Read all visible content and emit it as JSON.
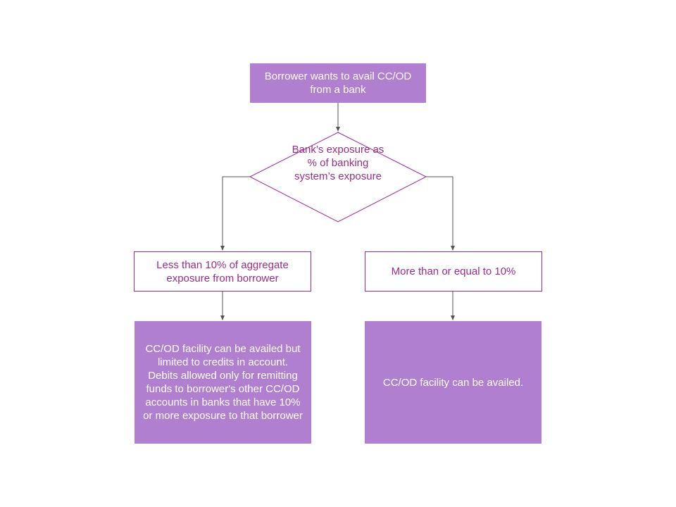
{
  "nodes": {
    "start": "Borrower wants to avail CC/OD from a bank",
    "decision": "Bank’s exposure as % of banking system’s exposure",
    "branch_left": "Less than 10% of aggregate exposure from borrower",
    "branch_right": "More than or equal to 10%",
    "result_left": "CC/OD facility can be availed but limited to credits in account. Debits allowed only for remitting funds to borrower's other CC/OD accounts in banks that have 10% or more exposure to that borrower",
    "result_right": "CC/OD facility can be availed."
  },
  "colors": {
    "fill": "#b07fd0",
    "outline": "#9b2c88",
    "connector": "#555555"
  }
}
